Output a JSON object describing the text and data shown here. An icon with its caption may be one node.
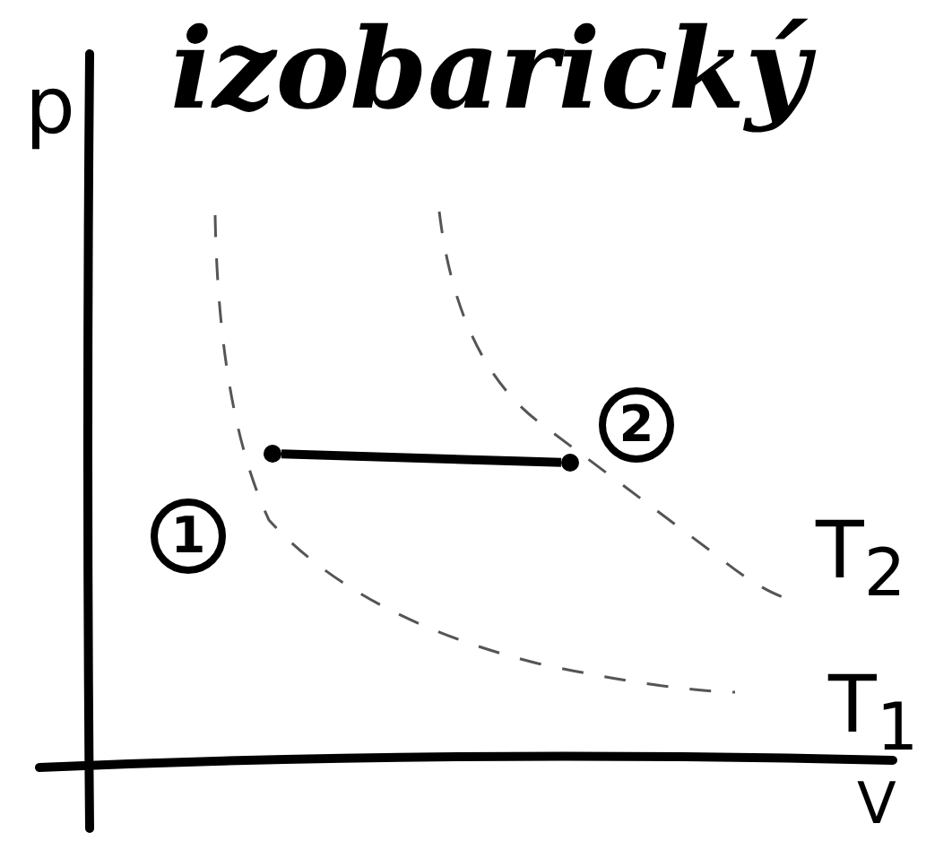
{
  "diagram": {
    "title": "izobarický",
    "nodes": [
      {
        "text": [],
        "shape": "circle",
        "beside": [
          "1"
        ]
      },
      {
        "text": [],
        "shape": "circle",
        "beside": [
          "2"
        ]
      }
    ],
    "edges": [
      {
        "from": 0,
        "to": 1,
        "arrow": "none"
      }
    ],
    "labels": [
      "p",
      "T$_{2}$",
      "T$_{1}$",
      "V"
    ]
  }
}
